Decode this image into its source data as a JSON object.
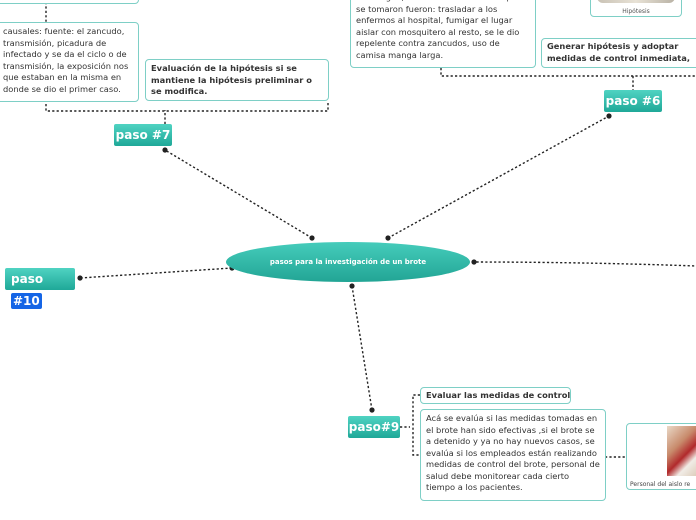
{
  "center": {
    "label": "pasos para la investigación de un brote"
  },
  "steps": {
    "p6": "paso #6",
    "p7": "paso #7",
    "p9": "paso#9",
    "p10a": "paso",
    "p10b": "#10"
  },
  "texts": {
    "left_causal": "causales: fuente: el zancudo, transmisión, picadura de infectado y se da el ciclo o de transmisión, la exposición nos que estaban en la misma en donde se dio el primer caso.",
    "eval_hypothesis": "Evaluación de la hipótesis si se mantiene la hipótesis preliminar o se modifica.",
    "dengue_measures": "de Dengue, las medidas de control que se tomaron fueron: trasladar a los enfermos al hospital, fumigar el lugar aislar con mosquitero al resto, se le dio repelente contra zancudos, uso de camisa manga larga.",
    "hypothesis_caption": "Hipótesis",
    "generate_hypothesis": "Generar hipótesis y adoptar medidas de control inmediata,",
    "eval_measures_title": "Evaluar las medidas de control",
    "eval_measures_text": "Acá se evalúa si las medidas tomadas en el brote han sido efectivas ,si el brote se a detenido y ya no hay nuevos casos, se evalúa si los empleados están realizando medidas de control del brote, personal de salud debe monitorear cada cierto tiempo a los pacientes.",
    "staff_caption": "Personal del aislo re"
  }
}
